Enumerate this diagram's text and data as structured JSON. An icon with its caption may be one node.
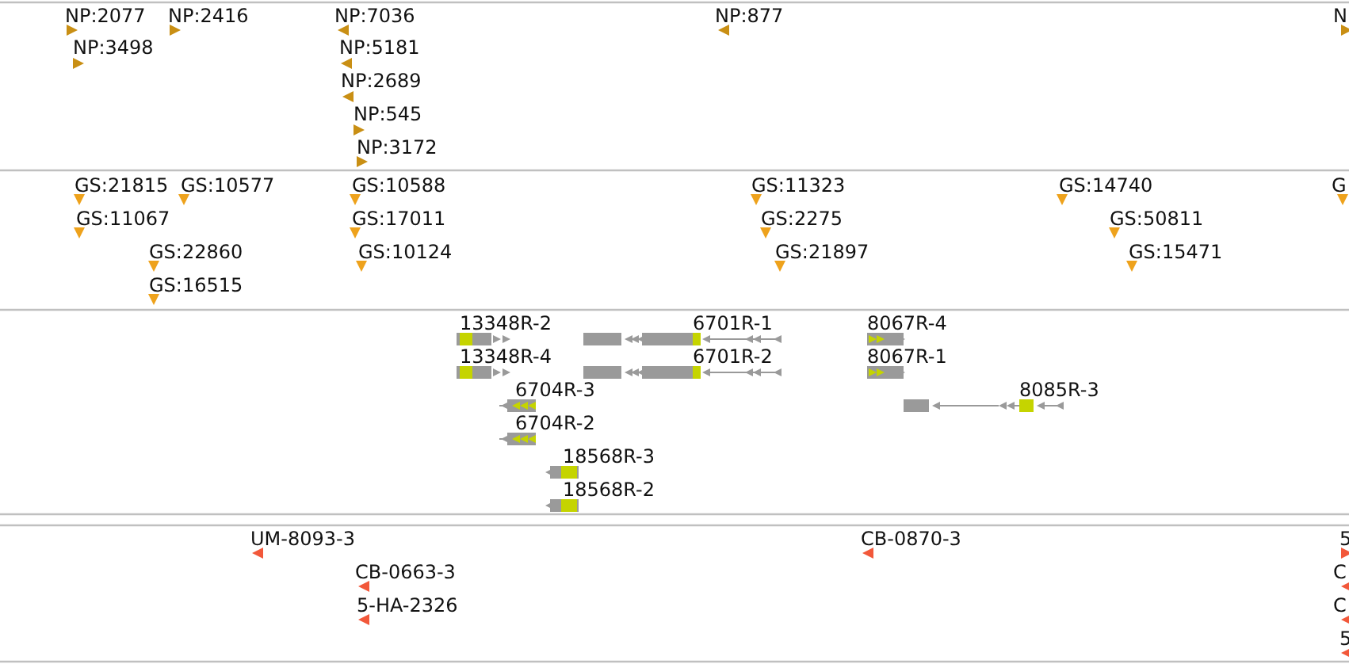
{
  "diagram": {
    "labels": [
      "NP:2077",
      "NP:2416",
      "NP:7036",
      "NP:877",
      "N",
      "NP:3498",
      "NP:5181",
      "NP:2689",
      "NP:545",
      "NP:3172",
      "GS:21815",
      "GS:10577",
      "GS:10588",
      "GS:11323",
      "GS:14740",
      "G",
      "GS:11067",
      "GS:17011",
      "GS:2275",
      "GS:50811",
      "GS:22860",
      "GS:10124",
      "GS:21897",
      "GS:15471",
      "GS:16515",
      "13348R-2",
      "6701R-1",
      "8067R-4",
      "13348R-4",
      "6701R-2",
      "8067R-1",
      "6704R-3",
      "8085R-3",
      "6704R-2",
      "18568R-3",
      "18568R-2",
      "UM-8093-3",
      "CB-0870-3",
      "5",
      "CB-0663-3",
      "C",
      "5-HA-2326",
      "C",
      "5"
    ]
  }
}
